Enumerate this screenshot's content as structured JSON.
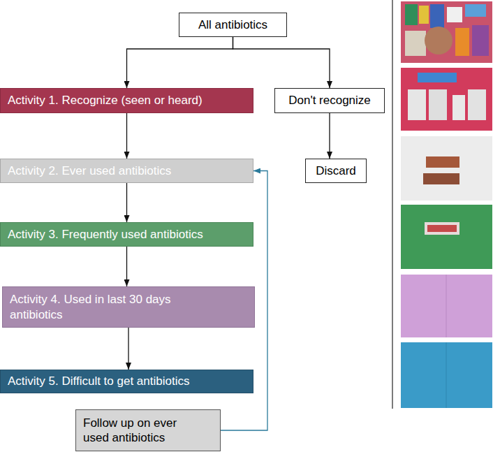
{
  "diagram": {
    "nodes": [
      {
        "text": [
          "All antibiotics"
        ]
      },
      {
        "text": [
          "Activity 1. Recognize (seen or heard)"
        ]
      },
      {
        "text": [
          "Don't recognize"
        ]
      },
      {
        "text": [
          "Activity 2. Ever used antibiotics"
        ]
      },
      {
        "text": [
          "Discard"
        ]
      },
      {
        "text": [
          "Activity 3. Frequently used antibiotics"
        ]
      },
      {
        "text": [
          "Activity 4. Used in last 30 days antibiotics"
        ]
      },
      {
        "text": [
          "Activity 5. Difficult to get antibiotics"
        ]
      },
      {
        "text": [
          "Follow up on ever used antibiotics"
        ]
      }
    ],
    "edges": [
      {
        "from": 0,
        "to": 1,
        "arrow": "to"
      },
      {
        "from": 0,
        "to": 2,
        "arrow": "to"
      },
      {
        "from": 1,
        "to": 3,
        "arrow": "to"
      },
      {
        "from": 2,
        "to": 4,
        "arrow": "to"
      },
      {
        "from": 3,
        "to": 5,
        "arrow": "to"
      },
      {
        "from": 5,
        "to": 6,
        "arrow": "to"
      },
      {
        "from": 6,
        "to": 7,
        "arrow": "to"
      },
      {
        "from": 8,
        "to": 3,
        "arrow": "to"
      }
    ]
  }
}
